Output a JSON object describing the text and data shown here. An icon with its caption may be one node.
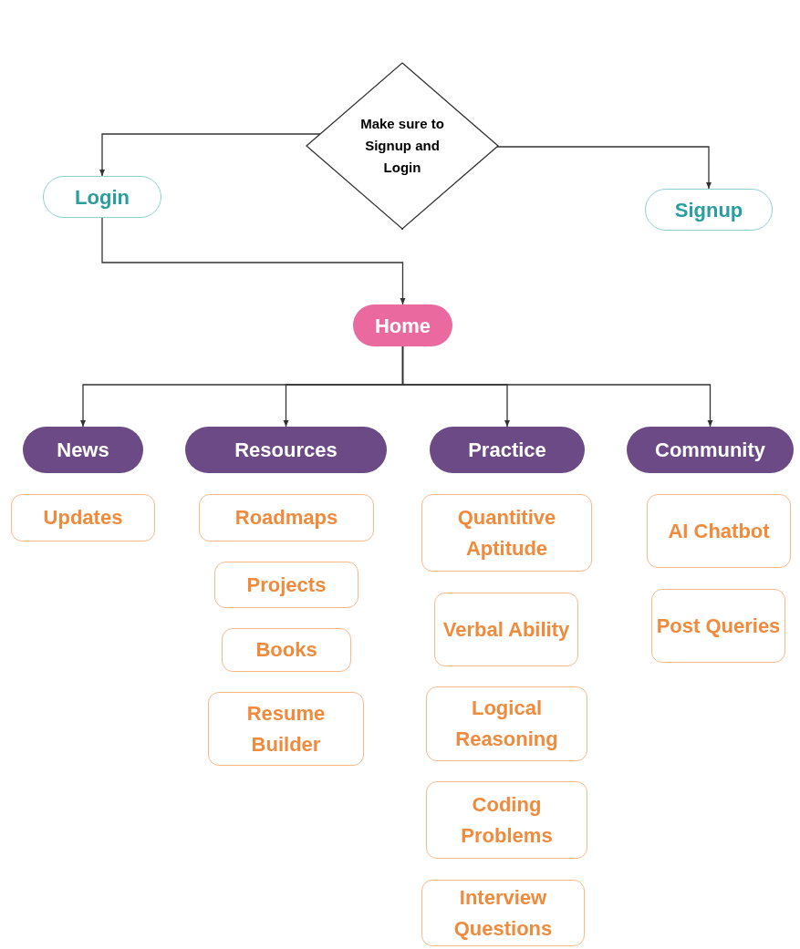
{
  "diagram": {
    "nodes": [
      {
        "text": [
          "Make sure to Signup and Login"
        ]
      },
      {
        "text": [
          "Login"
        ]
      },
      {
        "text": [
          "Signup"
        ]
      },
      {
        "text": [
          "Home"
        ]
      },
      {
        "text": [
          "News"
        ]
      },
      {
        "text": [
          "Resources"
        ]
      },
      {
        "text": [
          "Practice"
        ]
      },
      {
        "text": [
          "Community"
        ]
      },
      {
        "text": [
          "Updates"
        ]
      },
      {
        "text": [
          "Roadmaps"
        ]
      },
      {
        "text": [
          "Projects"
        ]
      },
      {
        "text": [
          "Books"
        ]
      },
      {
        "text": [
          "Resume Builder"
        ]
      },
      {
        "text": [
          "Quantitive Aptitude"
        ]
      },
      {
        "text": [
          "Verbal Ability"
        ]
      },
      {
        "text": [
          "Logical Reasoning"
        ]
      },
      {
        "text": [
          "Coding Problems"
        ]
      },
      {
        "text": [
          "Interview Questions"
        ]
      },
      {
        "text": [
          "AI Chatbot"
        ]
      },
      {
        "text": [
          "Post Queries"
        ]
      }
    ],
    "edges": [
      {
        "from": 0,
        "to": 1,
        "arrow": "to"
      },
      {
        "from": 0,
        "to": 2,
        "arrow": "to"
      },
      {
        "from": 1,
        "to": 3,
        "arrow": "to"
      },
      {
        "from": 3,
        "to": 4,
        "arrow": "to"
      },
      {
        "from": 3,
        "to": 5,
        "arrow": "to"
      },
      {
        "from": 3,
        "to": 6,
        "arrow": "to"
      },
      {
        "from": 3,
        "to": 7,
        "arrow": "to"
      }
    ]
  }
}
